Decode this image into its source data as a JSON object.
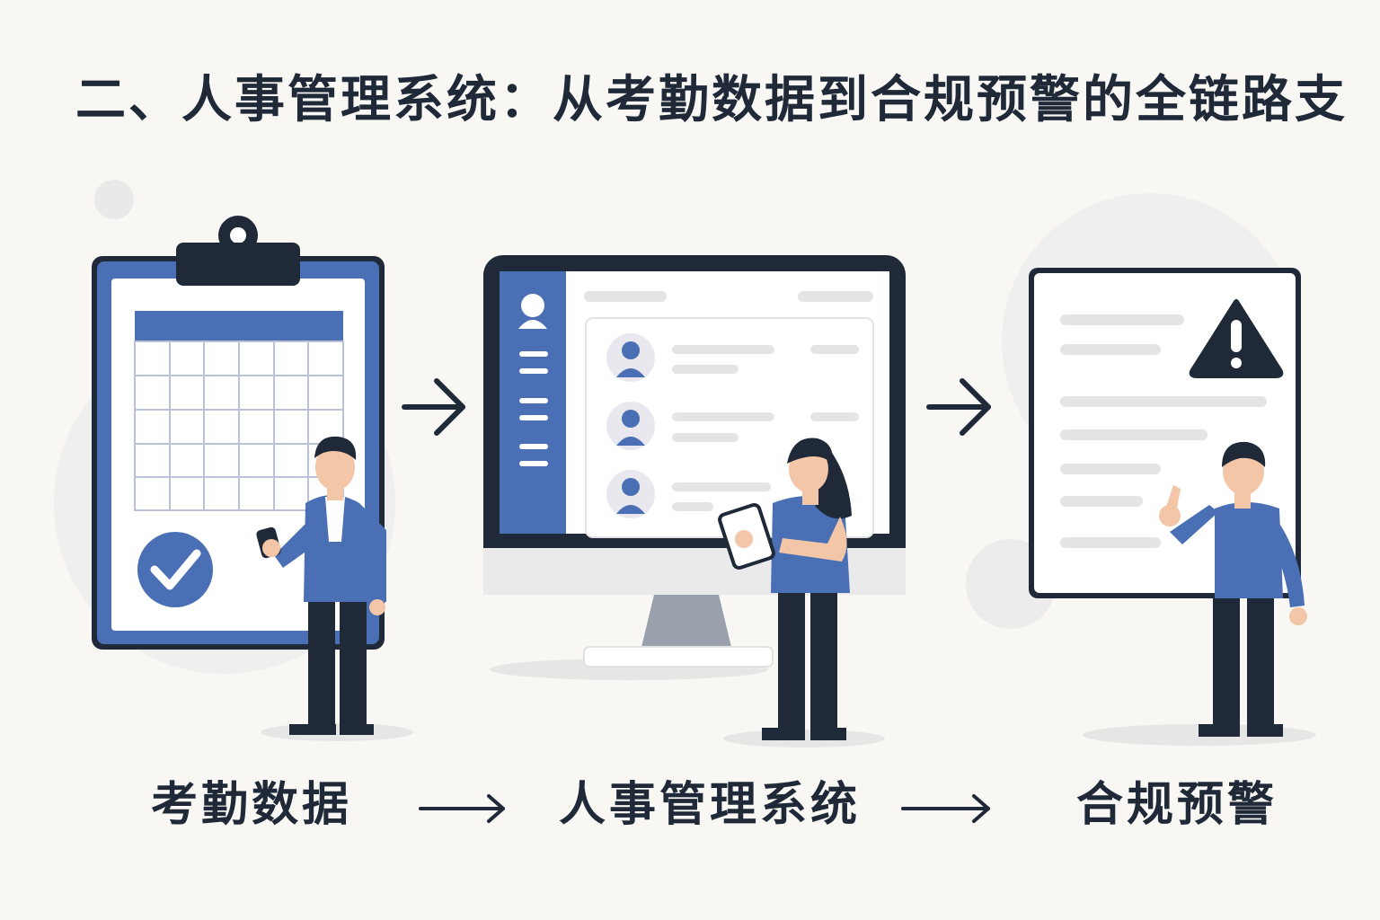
{
  "title": "二、人事管理系统：从考勤数据到合规预警的全链路支",
  "steps": [
    {
      "label": "考勤数据",
      "icon": "clipboard-calendar-icon"
    },
    {
      "label": "人事管理系统",
      "icon": "monitor-dashboard-icon"
    },
    {
      "label": "合规预警",
      "icon": "warning-document-icon"
    }
  ],
  "colors": {
    "background": "#f8f7f3",
    "accent_blue": "#4a6fb5",
    "dark_navy": "#1f2937",
    "light_gray": "#e6e6e6"
  }
}
